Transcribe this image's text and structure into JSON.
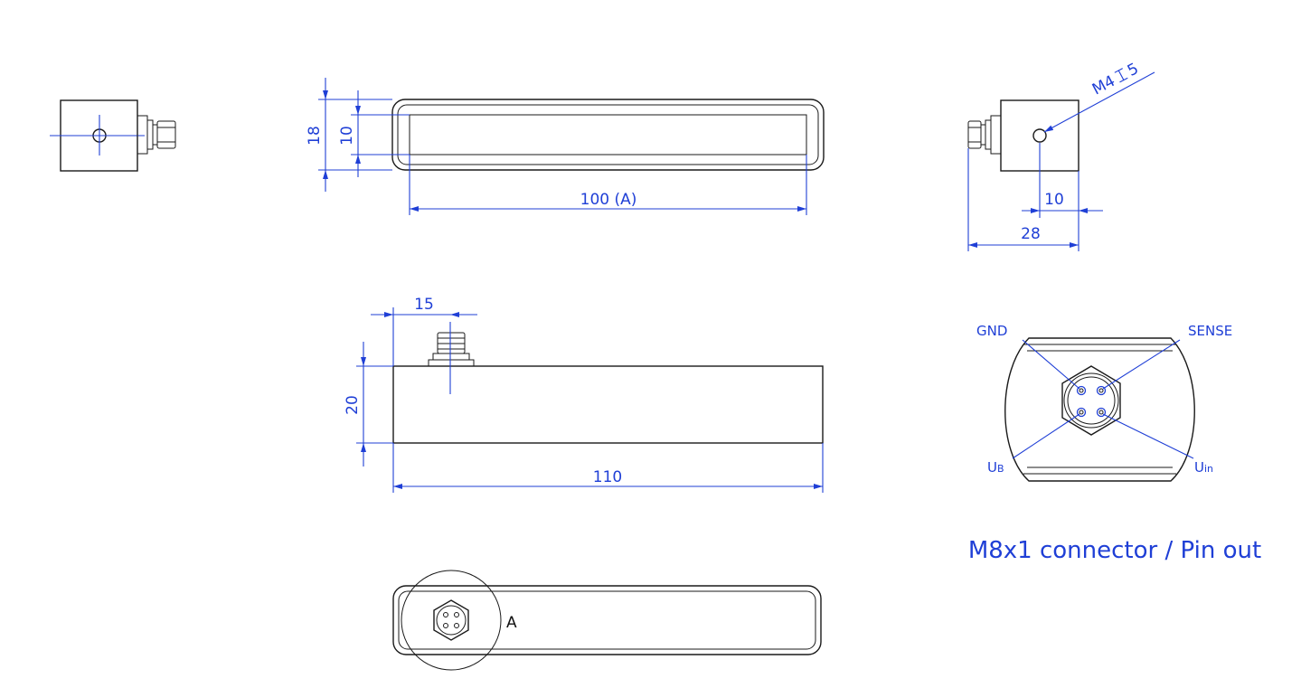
{
  "dimensions": {
    "height_outer": "18",
    "height_inner": "10",
    "length_a": "100 (A)",
    "connector_offset": "15",
    "body_height": "20",
    "total_length": "110",
    "thread": "M4",
    "thread_depth": "5",
    "hole_offset": "10",
    "width": "28"
  },
  "pinout": {
    "gnd": "GND",
    "sense": "SENSE",
    "ub_main": "U",
    "ub_sub": "B",
    "uin_main": "U",
    "uin_sub": "in"
  },
  "detail_label": "A",
  "caption": "M8x1 connector / Pin out",
  "colors": {
    "dimension": "#1f3fd6",
    "outline": "#1a1a1a"
  }
}
